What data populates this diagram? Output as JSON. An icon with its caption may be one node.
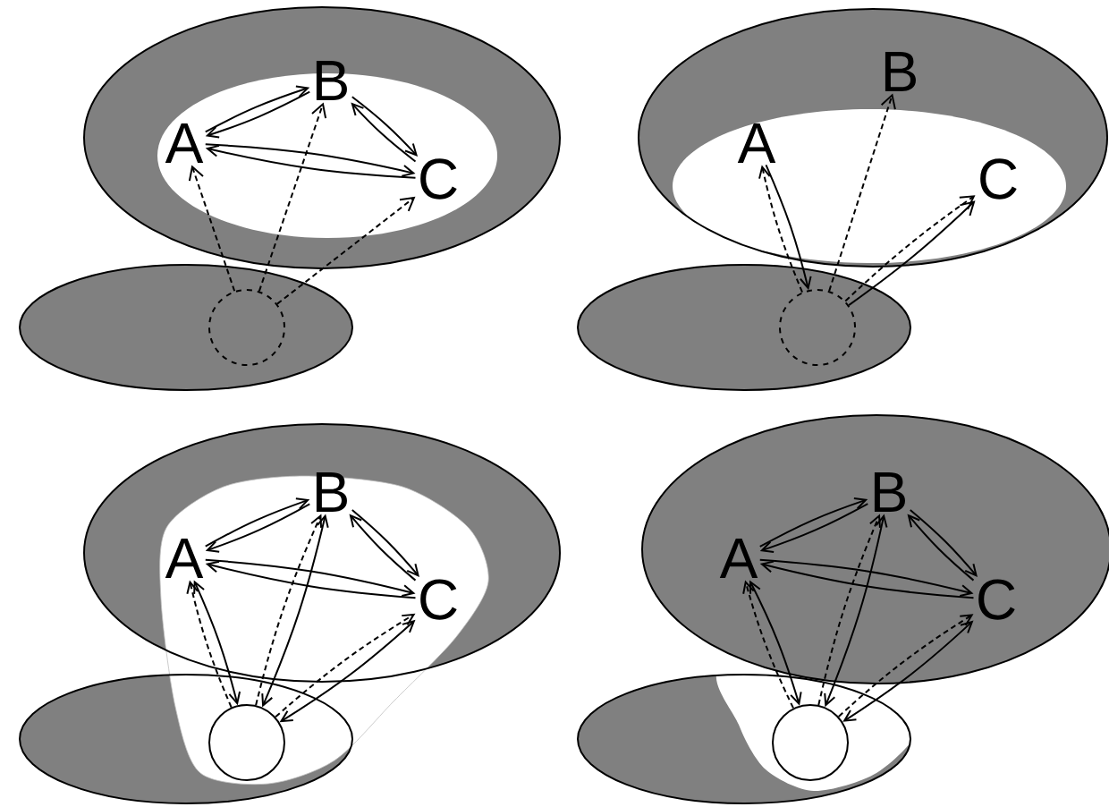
{
  "diagram": {
    "nodes": [
      {
        "text": [
          "A"
        ]
      },
      {
        "text": [
          "B"
        ]
      },
      {
        "text": [
          "C"
        ]
      },
      {
        "text": [],
        "shape": "circle"
      },
      {
        "text": [
          "A"
        ]
      },
      {
        "text": [
          "B"
        ]
      },
      {
        "text": [
          "C"
        ]
      },
      {
        "text": [],
        "shape": "circle"
      },
      {
        "text": [
          "A"
        ]
      },
      {
        "text": [
          "B"
        ]
      },
      {
        "text": [
          "C"
        ]
      },
      {
        "text": [],
        "shape": "circle"
      },
      {
        "text": [
          "A"
        ]
      },
      {
        "text": [
          "B"
        ]
      },
      {
        "text": [
          "C"
        ]
      },
      {
        "text": [],
        "shape": "circle"
      }
    ],
    "edges": [
      {
        "from": 0,
        "to": 1,
        "arrow": "to"
      },
      {
        "from": 1,
        "to": 0,
        "arrow": "to"
      },
      {
        "from": 1,
        "to": 2,
        "arrow": "to"
      },
      {
        "from": 2,
        "to": 1,
        "arrow": "to"
      },
      {
        "from": 0,
        "to": 2,
        "arrow": "to"
      },
      {
        "from": 2,
        "to": 0,
        "arrow": "to"
      },
      {
        "from": 3,
        "to": 0,
        "arrow": "to",
        "style": "dashed"
      },
      {
        "from": 3,
        "to": 1,
        "arrow": "to",
        "style": "dashed"
      },
      {
        "from": 3,
        "to": 2,
        "arrow": "to",
        "style": "dashed"
      },
      {
        "from": 4,
        "to": 7,
        "arrow": "to"
      },
      {
        "from": 7,
        "to": 6,
        "arrow": "to"
      },
      {
        "from": 7,
        "to": 4,
        "arrow": "to",
        "style": "dashed"
      },
      {
        "from": 7,
        "to": 5,
        "arrow": "to",
        "style": "dashed"
      },
      {
        "from": 7,
        "to": 6,
        "arrow": "to",
        "style": "dashed"
      },
      {
        "from": 8,
        "to": 9,
        "arrow": "to"
      },
      {
        "from": 9,
        "to": 8,
        "arrow": "to"
      },
      {
        "from": 9,
        "to": 10,
        "arrow": "to"
      },
      {
        "from": 10,
        "to": 9,
        "arrow": "to"
      },
      {
        "from": 8,
        "to": 10,
        "arrow": "to"
      },
      {
        "from": 10,
        "to": 8,
        "arrow": "to"
      },
      {
        "from": 11,
        "to": 8,
        "arrow": "to",
        "style": "dashed"
      },
      {
        "from": 11,
        "to": 9,
        "arrow": "to",
        "style": "dashed"
      },
      {
        "from": 11,
        "to": 10,
        "arrow": "to",
        "style": "dashed"
      },
      {
        "from": 8,
        "to": 11,
        "arrow": "both"
      },
      {
        "from": 9,
        "to": 11,
        "arrow": "both"
      },
      {
        "from": 10,
        "to": 11,
        "arrow": "both"
      },
      {
        "from": 12,
        "to": 13,
        "arrow": "to"
      },
      {
        "from": 13,
        "to": 12,
        "arrow": "to"
      },
      {
        "from": 13,
        "to": 14,
        "arrow": "to"
      },
      {
        "from": 14,
        "to": 13,
        "arrow": "to"
      },
      {
        "from": 12,
        "to": 14,
        "arrow": "to"
      },
      {
        "from": 14,
        "to": 12,
        "arrow": "to"
      },
      {
        "from": 15,
        "to": 12,
        "arrow": "to",
        "style": "dashed"
      },
      {
        "from": 15,
        "to": 13,
        "arrow": "to",
        "style": "dashed"
      },
      {
        "from": 15,
        "to": 14,
        "arrow": "to",
        "style": "dashed"
      },
      {
        "from": 12,
        "to": 15,
        "arrow": "both"
      },
      {
        "from": 13,
        "to": 15,
        "arrow": "both"
      },
      {
        "from": 14,
        "to": 15,
        "arrow": "both"
      }
    ]
  }
}
